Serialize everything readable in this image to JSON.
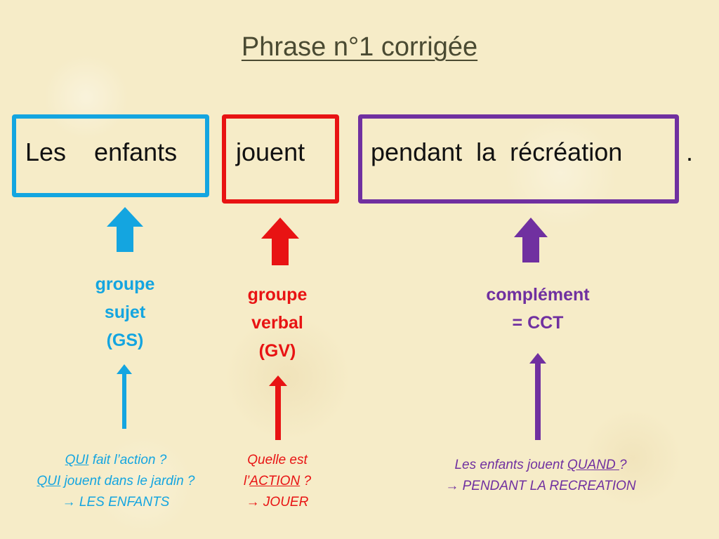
{
  "title": "Phrase n°1 corrigée",
  "sentence": {
    "group1": "Les    enfants",
    "group2": "jouent",
    "group3": "pendant  la  récréation",
    "punctuation": "."
  },
  "labels": {
    "subject": [
      "groupe",
      "sujet",
      "(GS)"
    ],
    "verb": [
      "groupe",
      "verbal",
      "(GV)"
    ],
    "complement": [
      "complément",
      "= CCT"
    ]
  },
  "questions": {
    "subject": {
      "line1_u": "QUI",
      "line1_rest": " fait l’action ?",
      "line2_u": "QUI",
      "line2_rest": " jouent dans le jardin ?",
      "answer": "→ LES ENFANTS"
    },
    "verb": {
      "line1": "Quelle est",
      "line2_pre": "l’",
      "line2_u": "ACTION",
      "line2_post": " ?",
      "answer": "→ JOUER"
    },
    "complement": {
      "line1_pre": "Les enfants jouent ",
      "line1_u": "QUAND ",
      "line1_post": "?",
      "answer": "→ PENDANT LA RECREATION"
    }
  },
  "colors": {
    "subject": "#14a5e0",
    "verb": "#e81313",
    "complement": "#7030a0",
    "title": "#4a4a32",
    "background": "#f6ecc8"
  }
}
